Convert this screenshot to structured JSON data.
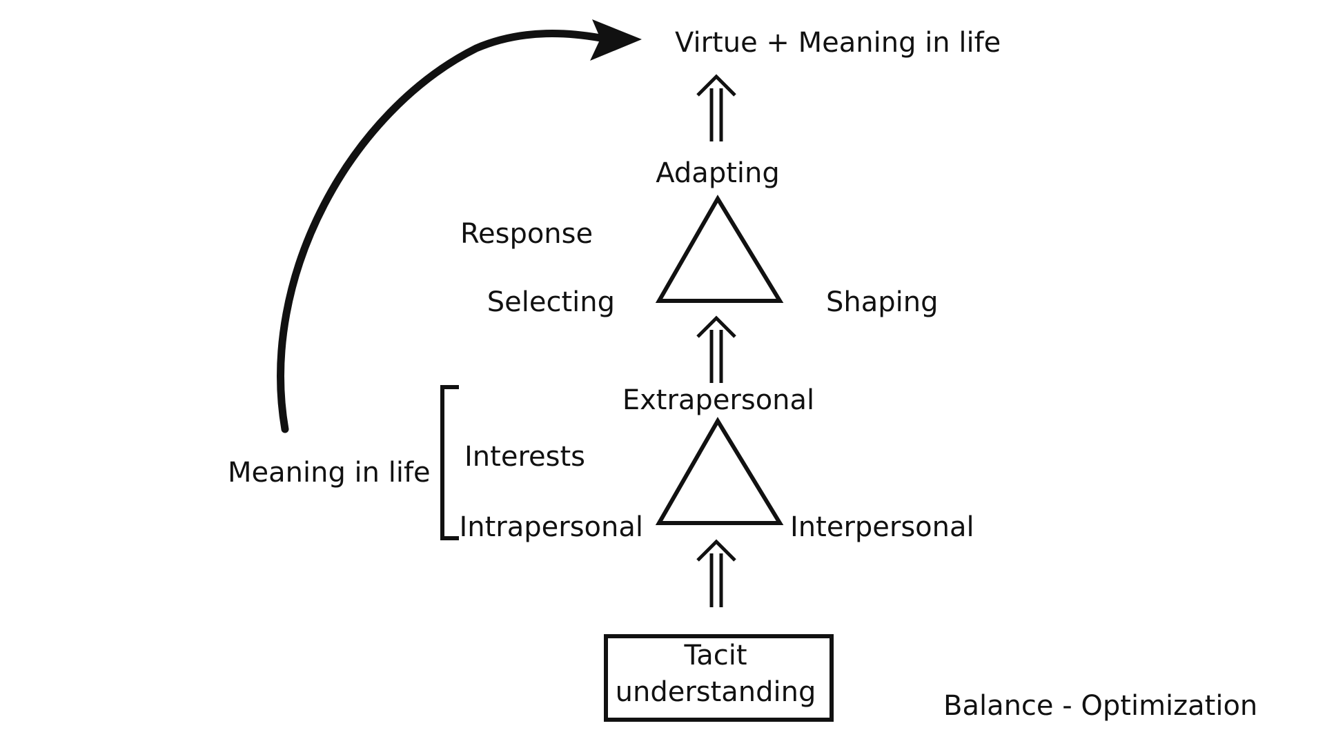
{
  "labels": {
    "top": "Virtue + Meaning in life",
    "adapting": "Adapting",
    "response": "Response",
    "selecting": "Selecting",
    "shaping": "Shaping",
    "extrapersonal": "Extrapersonal",
    "interests": "Interests",
    "intrapersonal": "Intrapersonal",
    "interpersonal": "Interpersonal",
    "meaning": "Meaning in life",
    "tacit_line1": "Tacit",
    "tacit_line2": "understanding",
    "balance": "Balance - Optimization"
  },
  "colors": {
    "ink": "#111111",
    "background": "#ffffff"
  }
}
